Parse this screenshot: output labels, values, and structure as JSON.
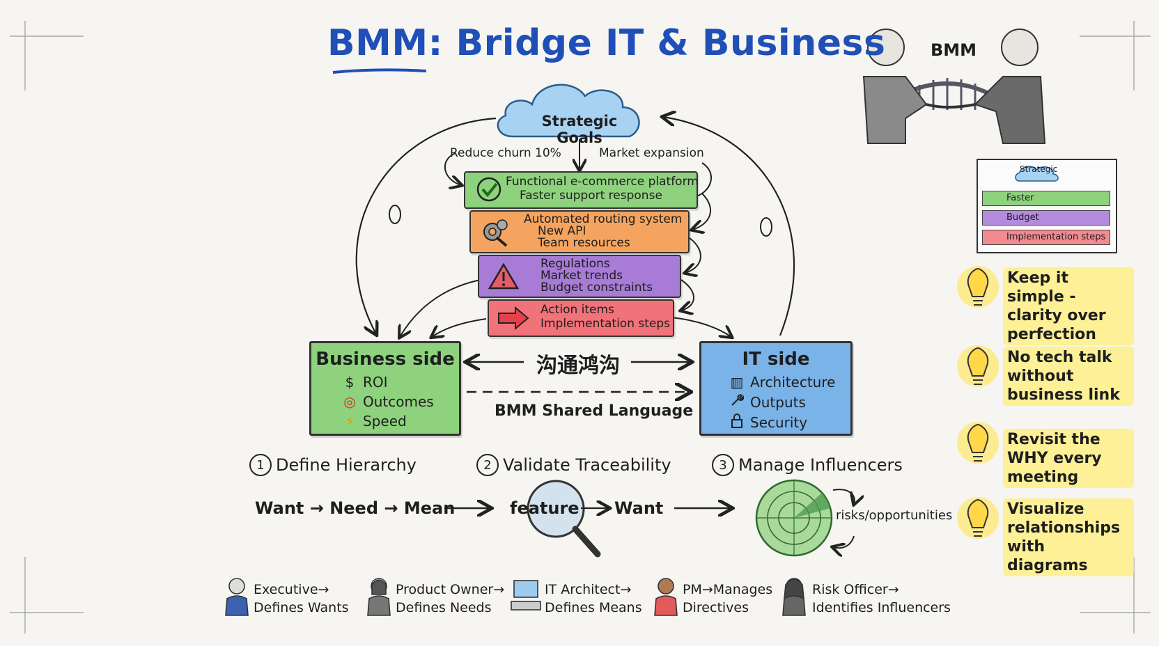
{
  "title": "BMM: Bridge IT & Business",
  "illustration": {
    "label": "BMM"
  },
  "cloud": {
    "label": "Strategic Goals",
    "goals": [
      "Reduce churn 10%",
      "Market expansion"
    ]
  },
  "bands": [
    {
      "lines": [
        "Functional e-commerce platform",
        "Faster support response"
      ],
      "icon": "checkmark-icon",
      "color": "#7cc96b"
    },
    {
      "lines": [
        "Automated routing system",
        "New API",
        "Team resources"
      ],
      "icon": "gears-wrench-icon",
      "color": "#f4a45e"
    },
    {
      "lines": [
        "Regulations",
        "Market trends",
        "Budget constraints"
      ],
      "icon": "warning-icon",
      "color": "#a77bd6"
    },
    {
      "lines": [
        "Action items",
        "Implementation steps"
      ],
      "icon": "arrow-right-icon",
      "color": "#f2727a"
    }
  ],
  "business_side": {
    "title": "Business side",
    "items": [
      {
        "icon": "dollar-icon",
        "glyph": "$",
        "label": "ROI"
      },
      {
        "icon": "target-icon",
        "glyph": "◎",
        "label": "Outcomes"
      },
      {
        "icon": "lightning-icon",
        "glyph": "⚡",
        "label": "Speed"
      }
    ],
    "color": "#8fd27e"
  },
  "it_side": {
    "title": "IT side",
    "items": [
      {
        "icon": "building-icon",
        "glyph": "▥",
        "label": "Architecture"
      },
      {
        "icon": "wrench-icon",
        "glyph": "🔧",
        "label": "Outputs"
      },
      {
        "icon": "lock-icon",
        "glyph": "🔒",
        "label": "Security"
      }
    ],
    "color": "#7ab3e8"
  },
  "bridge": {
    "word": "沟通鸿沟",
    "shared_language": "BMM Shared Language"
  },
  "steps": [
    {
      "num": "1",
      "label": "Define Hierarchy"
    },
    {
      "num": "2",
      "label": "Validate Traceability"
    },
    {
      "num": "3",
      "label": "Manage Influencers"
    }
  ],
  "flow": {
    "hierarchy": "Want → Need → Mean",
    "trace_from": "feature",
    "trace_to": "Want",
    "radar_label": "risks/opportunities"
  },
  "roles": [
    {
      "line1": "Executive→",
      "line2": "Defines Wants",
      "icon": "executive-icon"
    },
    {
      "line1": "Product Owner→",
      "line2": "Defines Needs",
      "icon": "product-owner-icon"
    },
    {
      "line1": "IT Architect→",
      "line2": "Defines Means",
      "icon": "computer-icon"
    },
    {
      "line1": "PM→Manages",
      "line2": "Directives",
      "icon": "pm-icon"
    },
    {
      "line1": "Risk Officer→",
      "line2": "Identifies Influencers",
      "icon": "risk-officer-icon"
    }
  ],
  "tips": [
    "Keep it simple - clarity over perfection",
    "No tech talk without business link",
    "Revisit the WHY every meeting",
    "Visualize relationships with diagrams"
  ],
  "thumbnail": {
    "rows": [
      "Strategic",
      "Faster",
      "Budget",
      "Implementation steps"
    ]
  }
}
